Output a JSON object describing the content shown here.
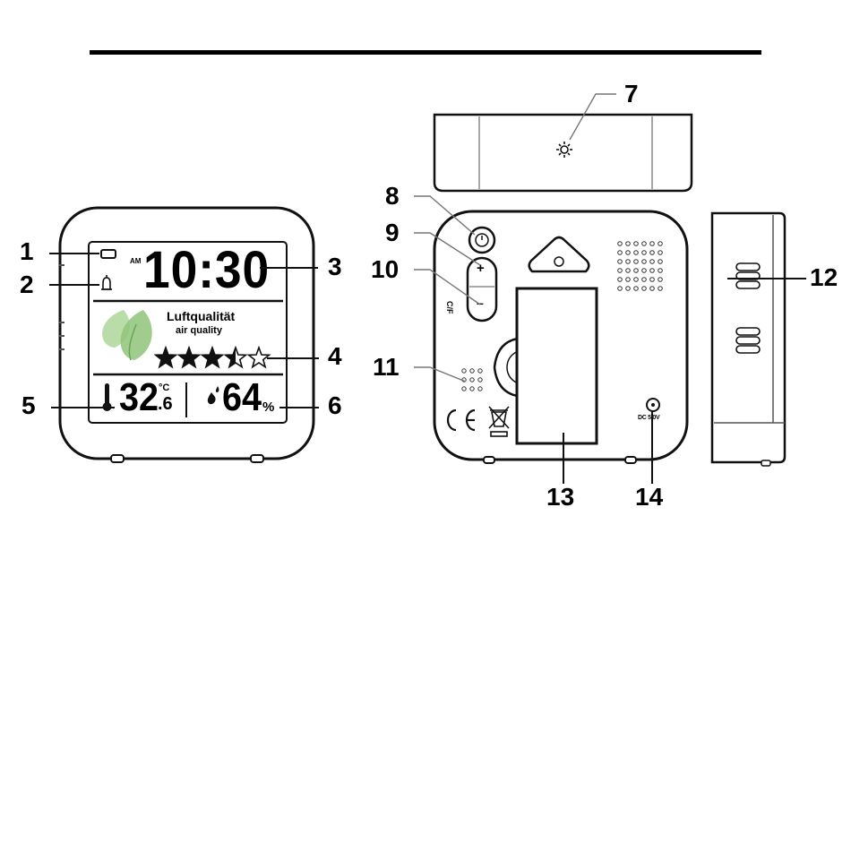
{
  "callouts": {
    "c1": "1",
    "c2": "2",
    "c3": "3",
    "c4": "4",
    "c5": "5",
    "c6": "6",
    "c7": "7",
    "c8": "8",
    "c9": "9",
    "c10": "10",
    "c11": "11",
    "c12": "12",
    "c13": "13",
    "c14": "14"
  },
  "front_display": {
    "am_marker": "AM",
    "time": "10:30",
    "air_quality_de": "Luftqualität",
    "air_quality_en": "air quality",
    "rating_stars": 3.5,
    "rating_max": 5,
    "temperature_main": "32",
    "temperature_unit": "°C",
    "temperature_decimal": ".6",
    "humidity": "64",
    "humidity_unit": "%"
  },
  "back_panel": {
    "side_label": "C/F",
    "dc_label": "DC 5.0V",
    "plus_sign": "+",
    "minus_sign": "–"
  },
  "colors": {
    "outline": "#1a1a1a",
    "leaf_light": "#b9dca8",
    "leaf_dark": "#8fc47a"
  },
  "icons": {
    "battery": "battery-icon",
    "alarm": "alarm-bell-icon",
    "thermometer": "thermometer-icon",
    "humidity_drop": "drop-icon",
    "light_sensor": "sun-icon",
    "ce_mark": "ce-mark-icon",
    "weee": "crossed-bin-icon"
  }
}
